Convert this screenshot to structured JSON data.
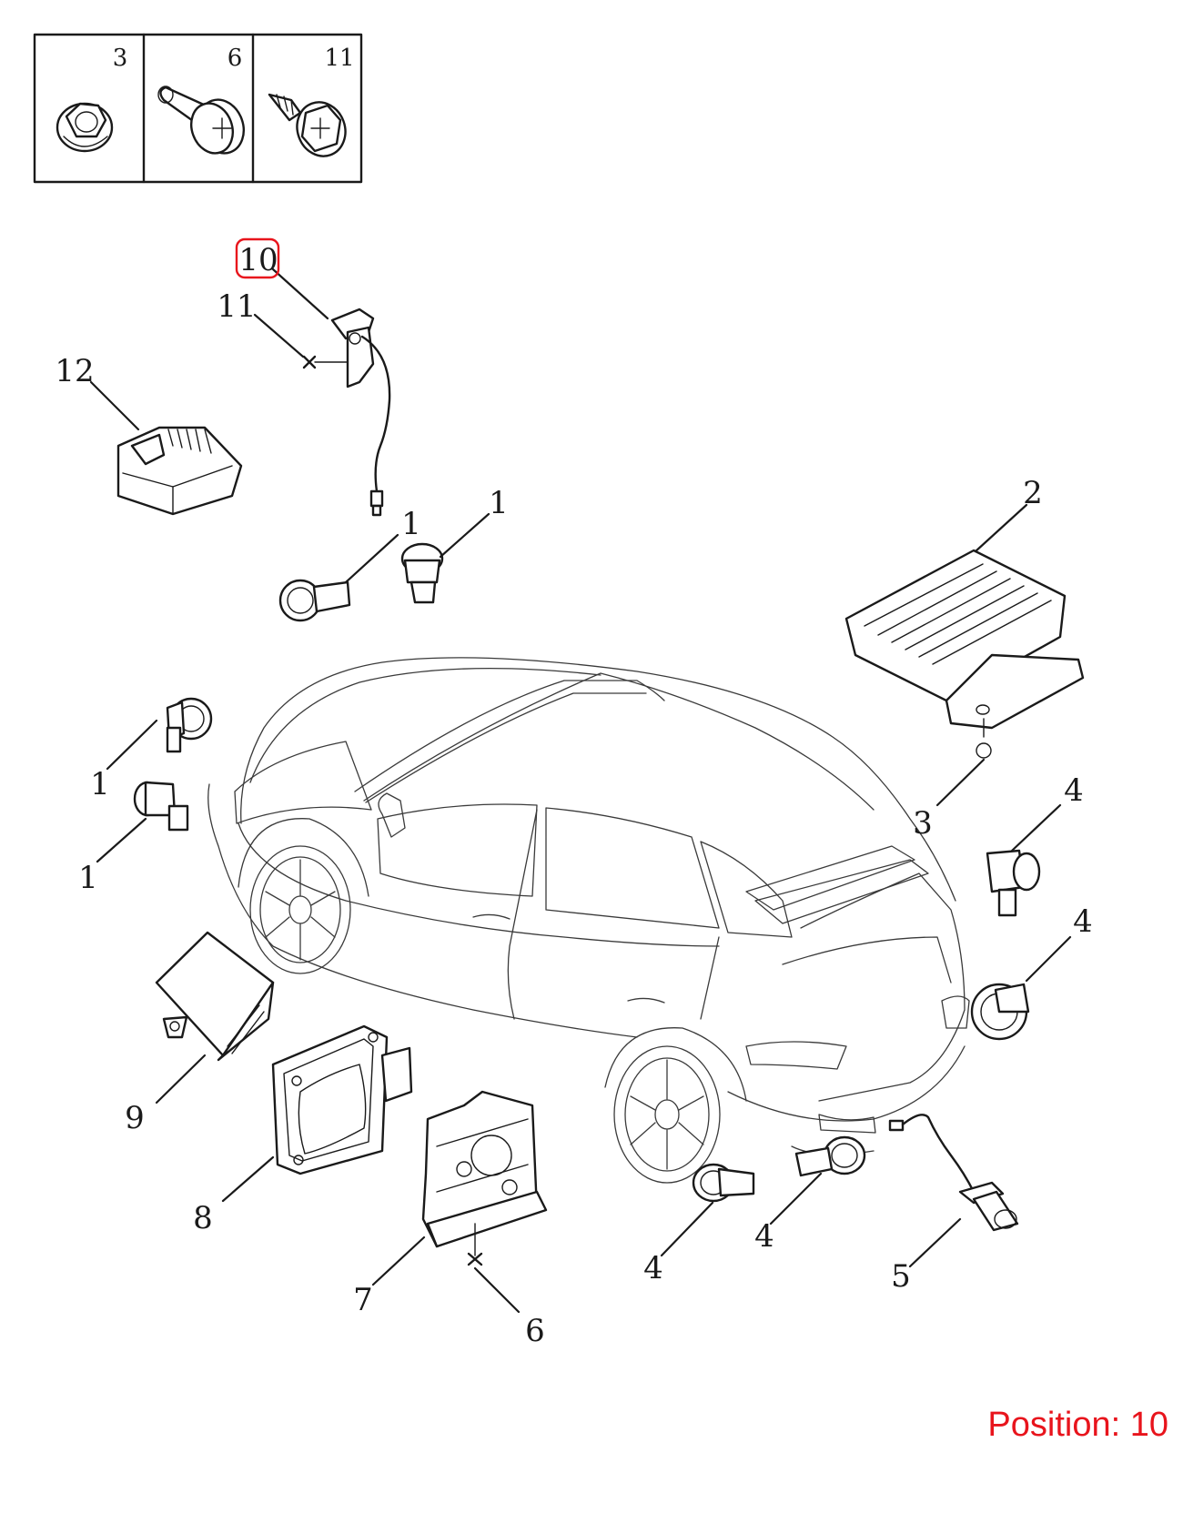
{
  "fastener_box": {
    "items": [
      {
        "number": "3",
        "icon": "flange-nut-icon"
      },
      {
        "number": "6",
        "icon": "phillips-bolt-icon"
      },
      {
        "number": "11",
        "icon": "self-tapping-screw-icon"
      }
    ]
  },
  "labels": [
    {
      "id": "10",
      "text": "10",
      "highlighted": true
    },
    {
      "id": "11",
      "text": "11"
    },
    {
      "id": "12",
      "text": "12"
    },
    {
      "id": "1a",
      "text": "1"
    },
    {
      "id": "1b",
      "text": "1"
    },
    {
      "id": "1c",
      "text": "1"
    },
    {
      "id": "1d",
      "text": "1"
    },
    {
      "id": "2",
      "text": "2"
    },
    {
      "id": "3",
      "text": "3"
    },
    {
      "id": "4a",
      "text": "4"
    },
    {
      "id": "4b",
      "text": "4"
    },
    {
      "id": "4c",
      "text": "4"
    },
    {
      "id": "4d",
      "text": "4"
    },
    {
      "id": "5",
      "text": "5"
    },
    {
      "id": "6",
      "text": "6"
    },
    {
      "id": "7",
      "text": "7"
    },
    {
      "id": "8",
      "text": "8"
    },
    {
      "id": "9",
      "text": "9"
    }
  ],
  "position": {
    "prefix": "Position: ",
    "value": "10"
  },
  "colors": {
    "highlight": "#e8141c",
    "line": "#1a1a1a"
  }
}
